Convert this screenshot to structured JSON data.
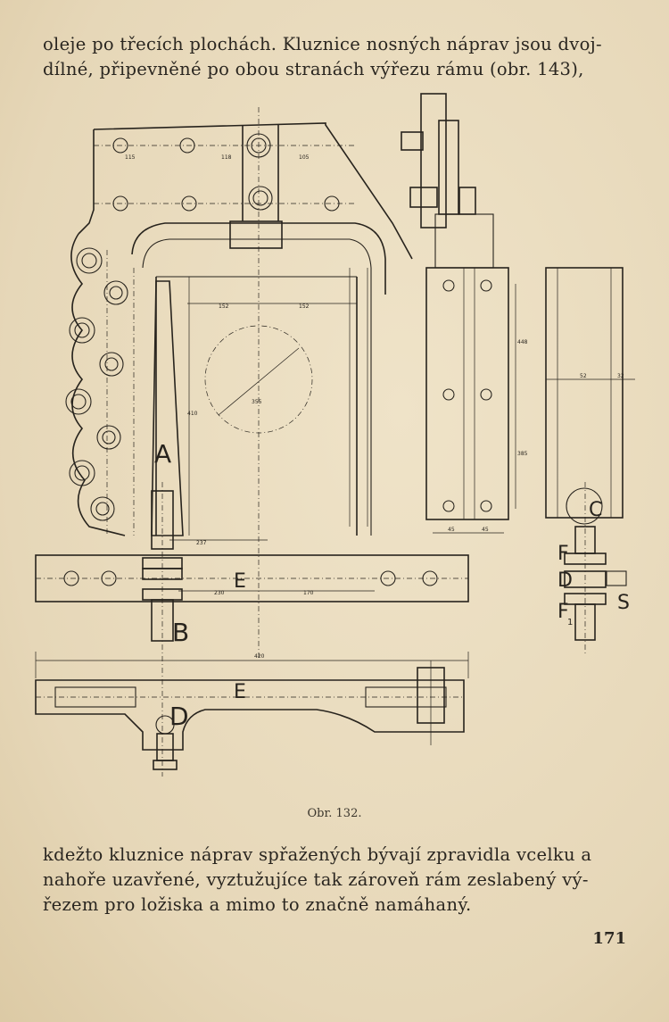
{
  "text_top": [
    "oleje po třecích plochách. Kluznice nosných náprav jsou dvoj-",
    "dílné, připevněné po obou stranách výřezu rámu (obr. 143),"
  ],
  "caption": "Obr. 132.",
  "text_bottom": [
    "kdežto kluznice náprav spřažených bývají zpravidla vcelku a",
    "nahoře uzavřené, vyztužujíce tak zároveň rám zeslabený vý-",
    "řezem pro ložiska a mimo to značně namáhaný."
  ],
  "page_number": "171",
  "drawing_labels": {
    "A": "A",
    "B": "B",
    "C": "C",
    "D": "D",
    "E": "E",
    "F": "F",
    "F1": "F",
    "F1_sub": "1",
    "S": "S"
  },
  "dims": {
    "d_top_a": "115",
    "d_top_b": "118",
    "d_top_c": "105",
    "d_inner_a": "152",
    "d_inner_b": "152",
    "d_height": "410",
    "d_diag": "355",
    "d_low": "237",
    "d_e_a": "230",
    "d_e_b": "170",
    "d_overall": "420",
    "d_side_a": "448",
    "d_side_b": "385",
    "d_side_c": "45",
    "d_side_d": "45",
    "d_right_a": "52",
    "d_right_b": "32"
  }
}
